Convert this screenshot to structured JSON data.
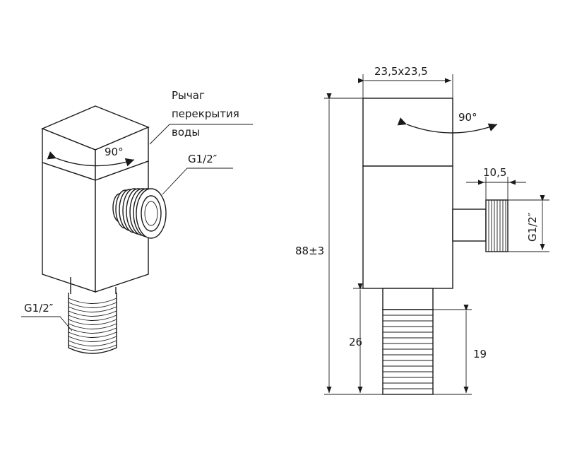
{
  "left_view": {
    "lever_label_line1": "Рычаг",
    "lever_label_line2": "перекрытия",
    "lever_label_line3": "воды",
    "rotation_label": "90°",
    "side_thread_label": "G1/2″",
    "bottom_thread_label": "G1/2″"
  },
  "right_view": {
    "width_label": "23,5x23,5",
    "rotation_label": "90°",
    "outlet_length_label": "10,5",
    "outlet_thread_label": "G1/2″",
    "height_label": "88±3",
    "bottom_length_label": "26",
    "thread_length_label": "19"
  }
}
